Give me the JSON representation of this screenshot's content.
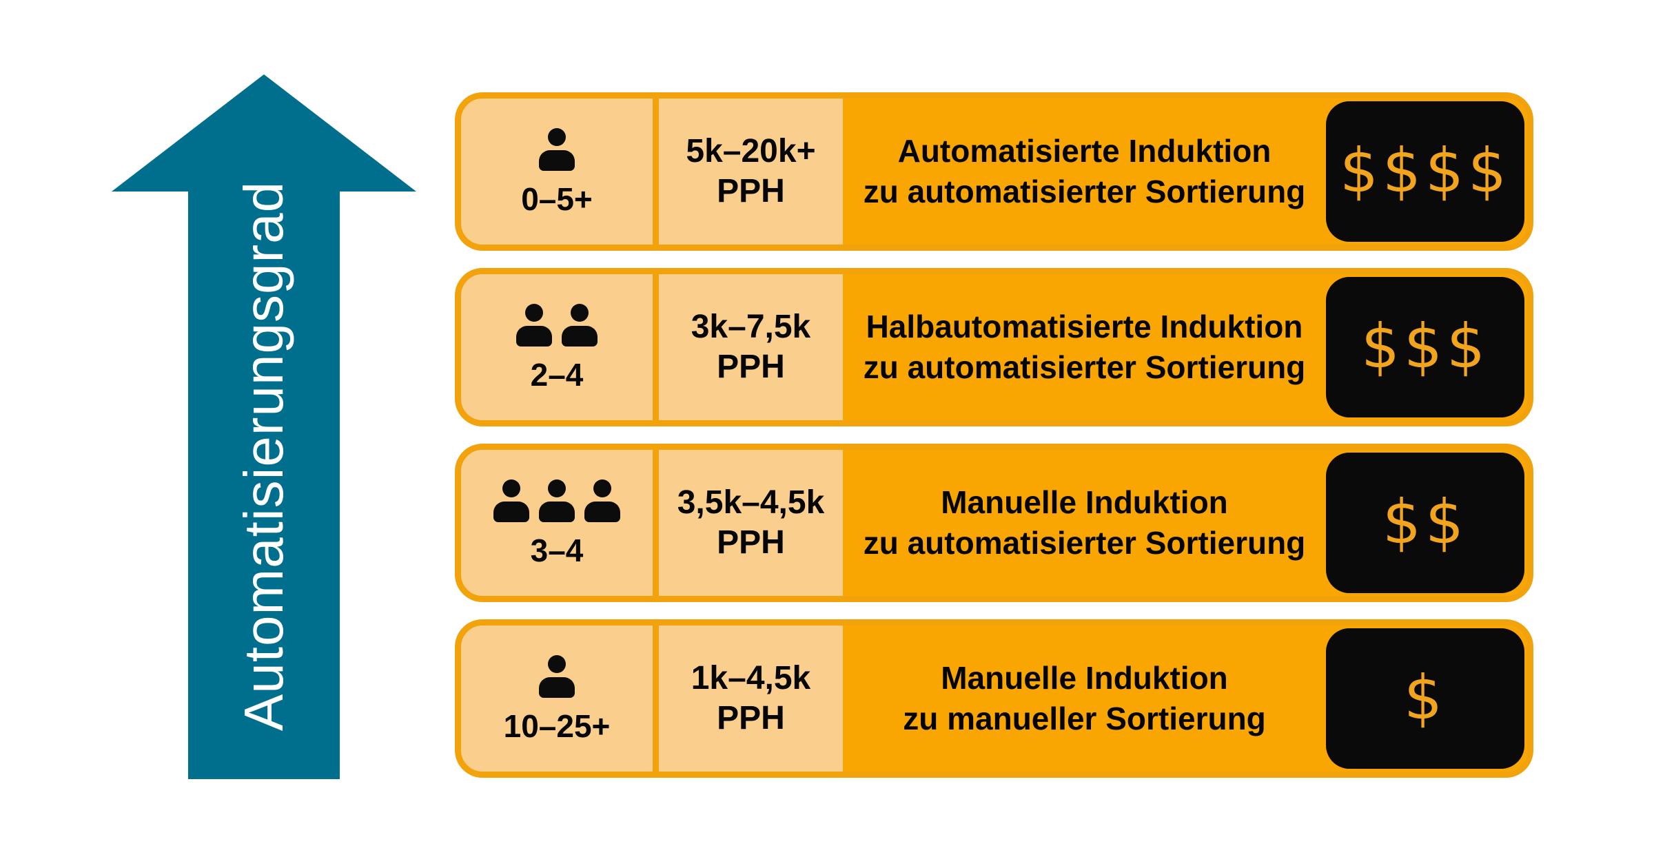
{
  "axis": {
    "label": "Automatisierungsgrad"
  },
  "colors": {
    "arrow": "#006F8E",
    "card_border": "#F2A30B",
    "card_light_bg": "#FACE8D",
    "card_main_bg": "#F9A602",
    "cost_bg": "#0A0A0A",
    "dollar": "#F2A51C",
    "text": "#050505",
    "axis_text": "#FFFFFF"
  },
  "rows": [
    {
      "people_count": 1,
      "staff_range": "0–5+",
      "pph_line1": "5k–20k+",
      "pph_line2": "PPH",
      "title_line1": "Automatisierte Induktion",
      "title_line2": "zu automatisierter Sortierung",
      "cost": "$$$$"
    },
    {
      "people_count": 2,
      "staff_range": "2–4",
      "pph_line1": "3k–7,5k",
      "pph_line2": "PPH",
      "title_line1": "Halbautomatisierte Induktion",
      "title_line2": "zu automatisierter Sortierung",
      "cost": "$$$"
    },
    {
      "people_count": 3,
      "staff_range": "3–4",
      "pph_line1": "3,5k–4,5k",
      "pph_line2": "PPH",
      "title_line1": "Manuelle Induktion",
      "title_line2": "zu automatisierter Sortierung",
      "cost": "$$"
    },
    {
      "people_count": 1,
      "staff_range": "10–25+",
      "pph_line1": "1k–4,5k",
      "pph_line2": "PPH",
      "title_line1": "Manuelle Induktion",
      "title_line2": "zu manueller Sortierung",
      "cost": "$"
    }
  ]
}
